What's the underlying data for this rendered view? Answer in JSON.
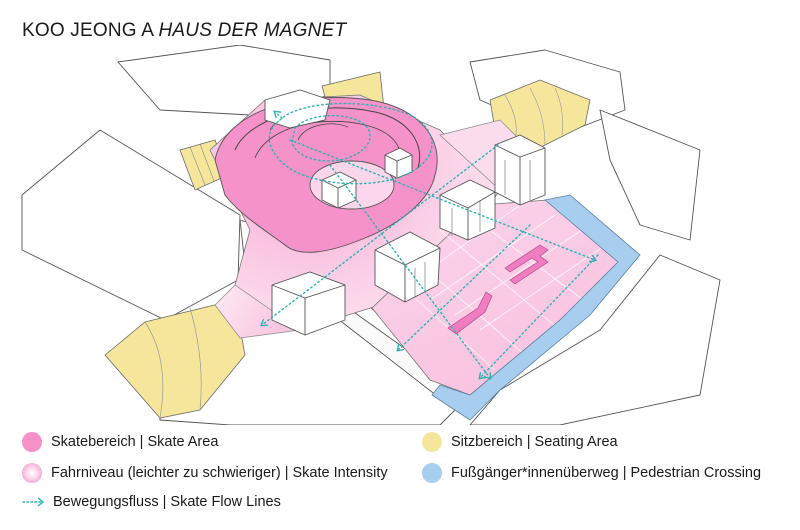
{
  "title": {
    "artist": "KOO JEONG A",
    "work": "HAUS DER MAGNET"
  },
  "legend": {
    "skate_area": "Skatebereich | Skate Area",
    "skate_intensity": "Fahrniveau (leichter zu schwieriger) | Skate Intensity",
    "flow_lines": "Bewegungsfluss | Skate Flow Lines",
    "seating_area": "Sitzbereich | Seating Area",
    "pedestrian_crossing": "Fußgänger*innenüberweg | Pedestrian Crossing"
  },
  "colors": {
    "skate": "#f590c8",
    "intensity_light": "#fbd2e8",
    "seating": "#f6e69b",
    "pedestrian": "#a7cdef",
    "flow": "#2ab3b0",
    "outline": "#4a4a4a"
  }
}
